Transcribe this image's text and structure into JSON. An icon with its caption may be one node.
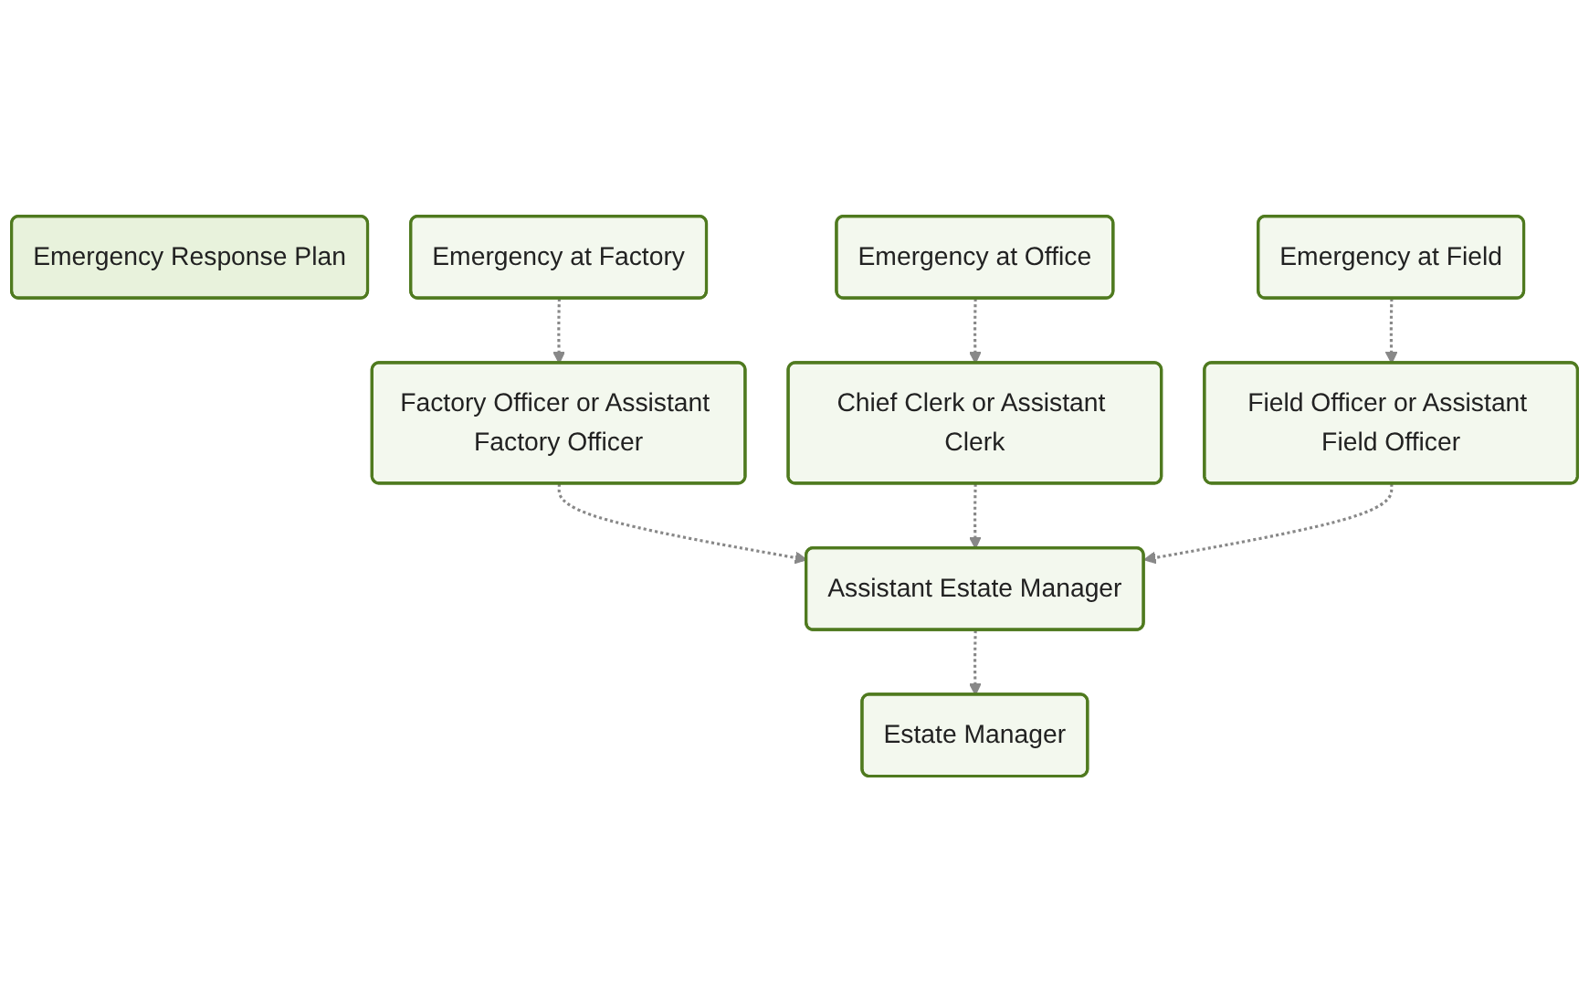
{
  "diagram": {
    "nodes": [
      {
        "text": [
          "Emergency Response Plan"
        ]
      },
      {
        "text": [
          "Emergency at Factory"
        ]
      },
      {
        "text": [
          "Emergency at Office"
        ]
      },
      {
        "text": [
          "Emergency at Field"
        ]
      },
      {
        "text": [
          "Factory Officer or Assistant Factory Officer"
        ]
      },
      {
        "text": [
          "Chief Clerk or Assistant Clerk"
        ]
      },
      {
        "text": [
          "Field Officer or Assistant Field Officer"
        ]
      },
      {
        "text": [
          "Assistant Estate Manager"
        ]
      },
      {
        "text": [
          "Estate Manager"
        ]
      }
    ],
    "edges": [
      {
        "from": 1,
        "to": 4,
        "arrow": "to",
        "style": "dashed"
      },
      {
        "from": 2,
        "to": 5,
        "arrow": "to",
        "style": "dashed"
      },
      {
        "from": 3,
        "to": 6,
        "arrow": "to",
        "style": "dashed"
      },
      {
        "from": 4,
        "to": 7,
        "arrow": "to",
        "style": "dashed"
      },
      {
        "from": 5,
        "to": 7,
        "arrow": "to",
        "style": "dashed"
      },
      {
        "from": 6,
        "to": 7,
        "arrow": "to",
        "style": "dashed"
      },
      {
        "from": 7,
        "to": 8,
        "arrow": "to",
        "style": "dashed"
      }
    ]
  }
}
